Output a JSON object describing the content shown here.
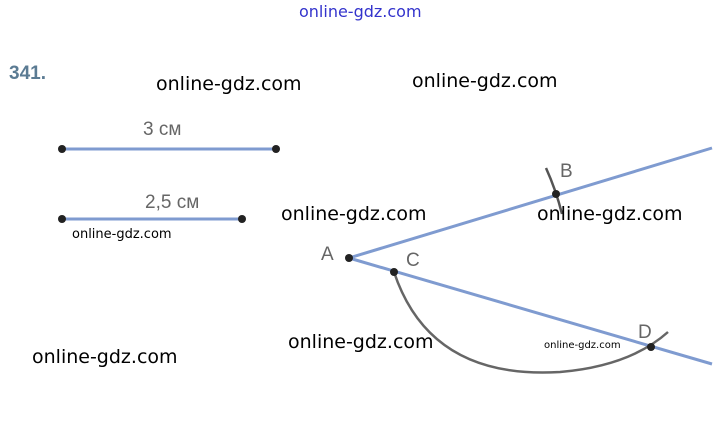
{
  "header": {
    "watermark": "online-gdz.com"
  },
  "exercise_number": "341.",
  "segments": [
    {
      "label": "3 см"
    },
    {
      "label": "2,5 см"
    }
  ],
  "points": {
    "A": "A",
    "B": "B",
    "C": "C",
    "D": "D"
  },
  "watermarks": [
    "online-gdz.com",
    "online-gdz.com",
    "online-gdz.com",
    "online-gdz.com",
    "online-gdz.com",
    "online-gdz.com",
    "online-gdz.com",
    "online-gdz.com"
  ],
  "colors": {
    "line": "#7f9bd0",
    "arc": "#666666",
    "point": "#222222",
    "number": "#5b7b93"
  }
}
